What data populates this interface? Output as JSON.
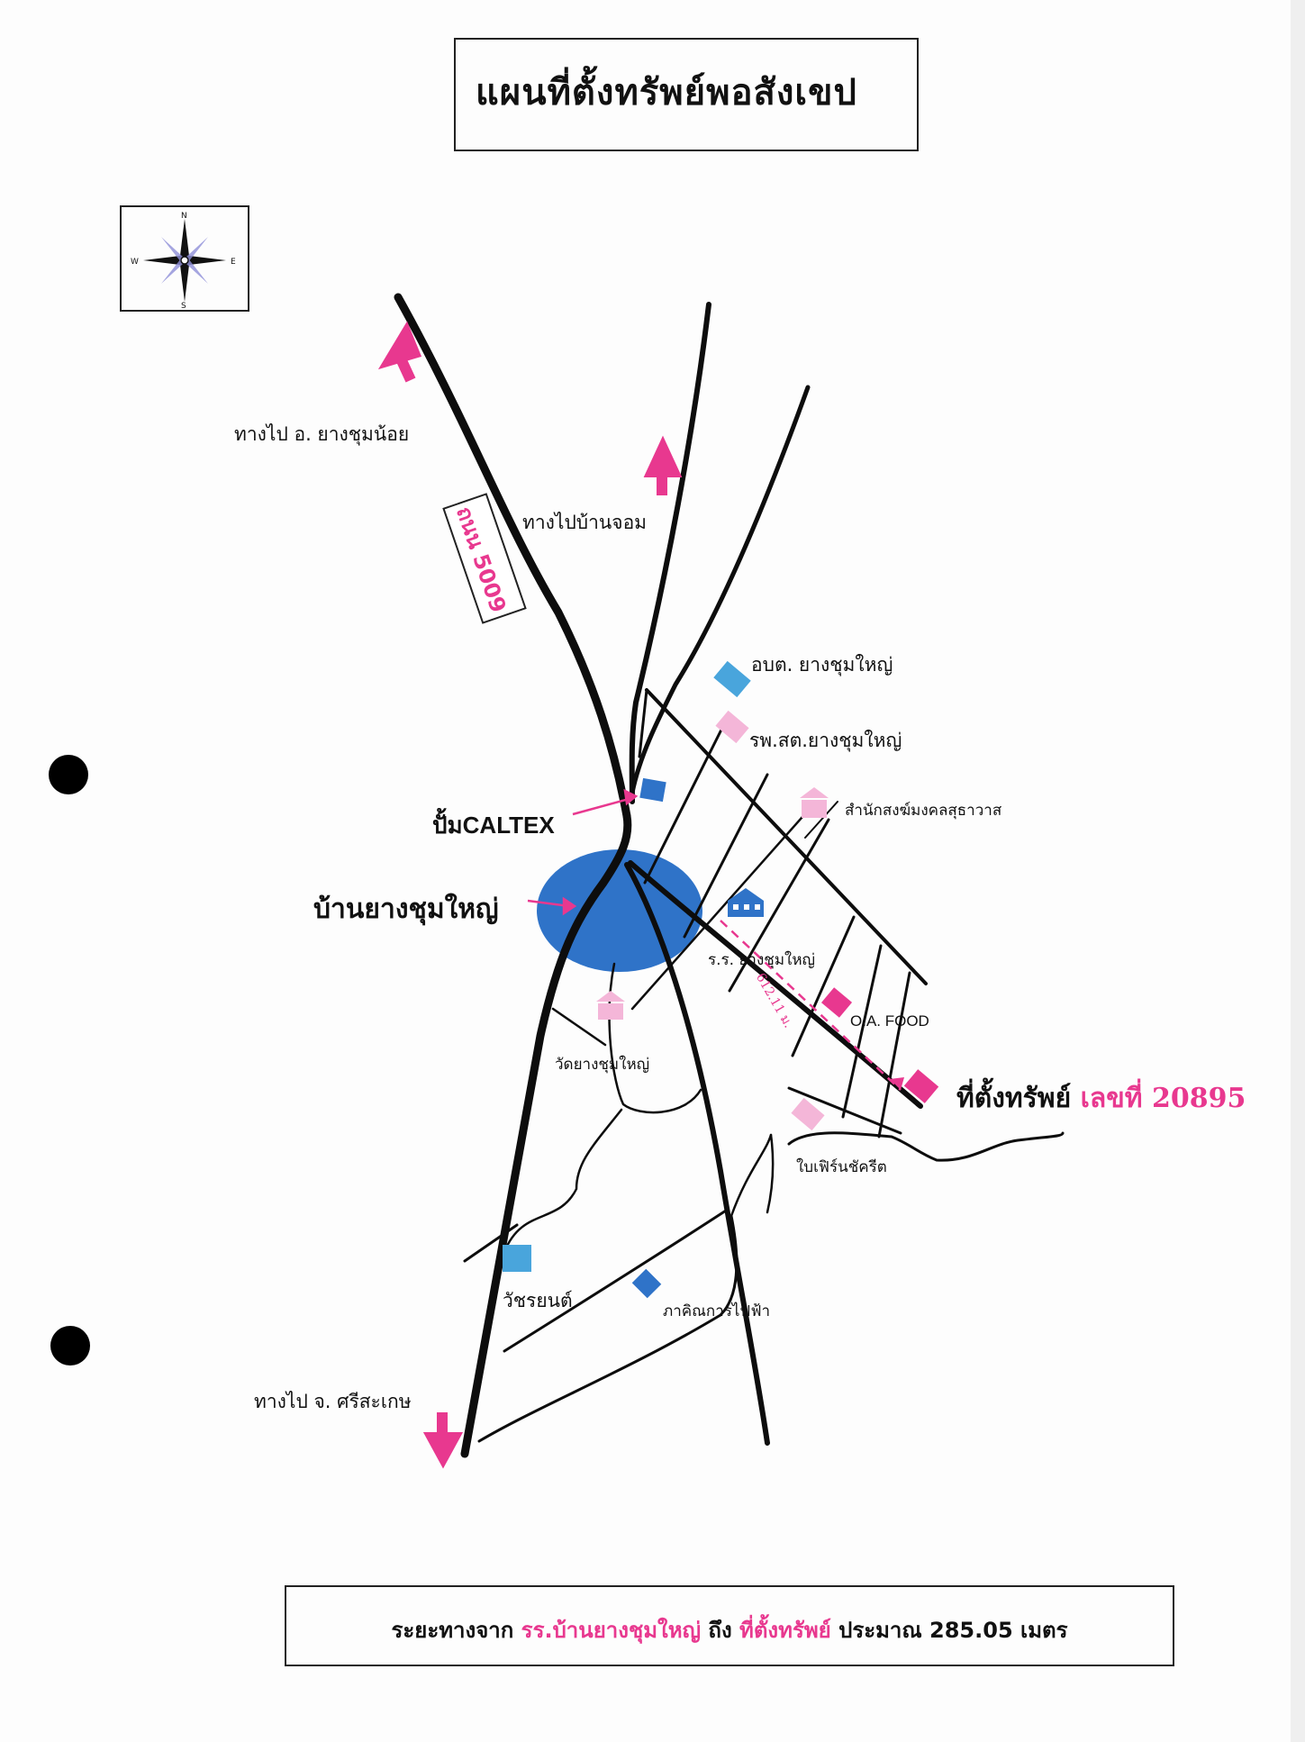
{
  "title": "แผนที่ตั้งทรัพย์พอสังเขป",
  "compass": {
    "letters": [
      "N",
      "E",
      "S",
      "W"
    ]
  },
  "road_sign": "ถนน 5009",
  "labels": {
    "to_yangchum_noi": "ทางไป อ. ยางชุมน้อย",
    "to_ban_chom": "ทางไปบ้านจอม",
    "obt": "อบต. ยางชุมใหญ่",
    "rpsst": "รพ.สต.ยางชุมใหญ่",
    "monastery": "สำนักสงฆ์มงคลสุธาวาส",
    "caltex": "ปั้มCALTEX",
    "village": "บ้านยางชุมใหญ่",
    "school": "ร.ร. ยางชุมใหญ่",
    "oa_food": "O.A. FOOD",
    "wat": "วัดยางชุมใหญ่",
    "bifern": "ใบเฟิร์นชัครีต",
    "watcharayon": "วัชรยนต์",
    "pea": "ภาคิณการไฟฟ้า",
    "to_sisaket": "ทางไป จ. ศรีสะเกษ"
  },
  "property": {
    "prefix": "ที่ตั้งทรัพย์",
    "number": "เลขที่ 20895"
  },
  "distance_marker": "612.11 ม.",
  "footer": {
    "lead": "ระยะทางจาก",
    "from": "รร.บ้านยางชุมใหญ่",
    "mid": "ถึง",
    "to": "ที่ตั้งทรัพย์",
    "tail": "ประมาณ 285.05 เมตร"
  },
  "colors": {
    "pink": "#e8388f",
    "light_pink": "#f4b6d8",
    "blue": "#2f73c8",
    "light_blue": "#49a5dc",
    "road": "#0d0d0d"
  }
}
